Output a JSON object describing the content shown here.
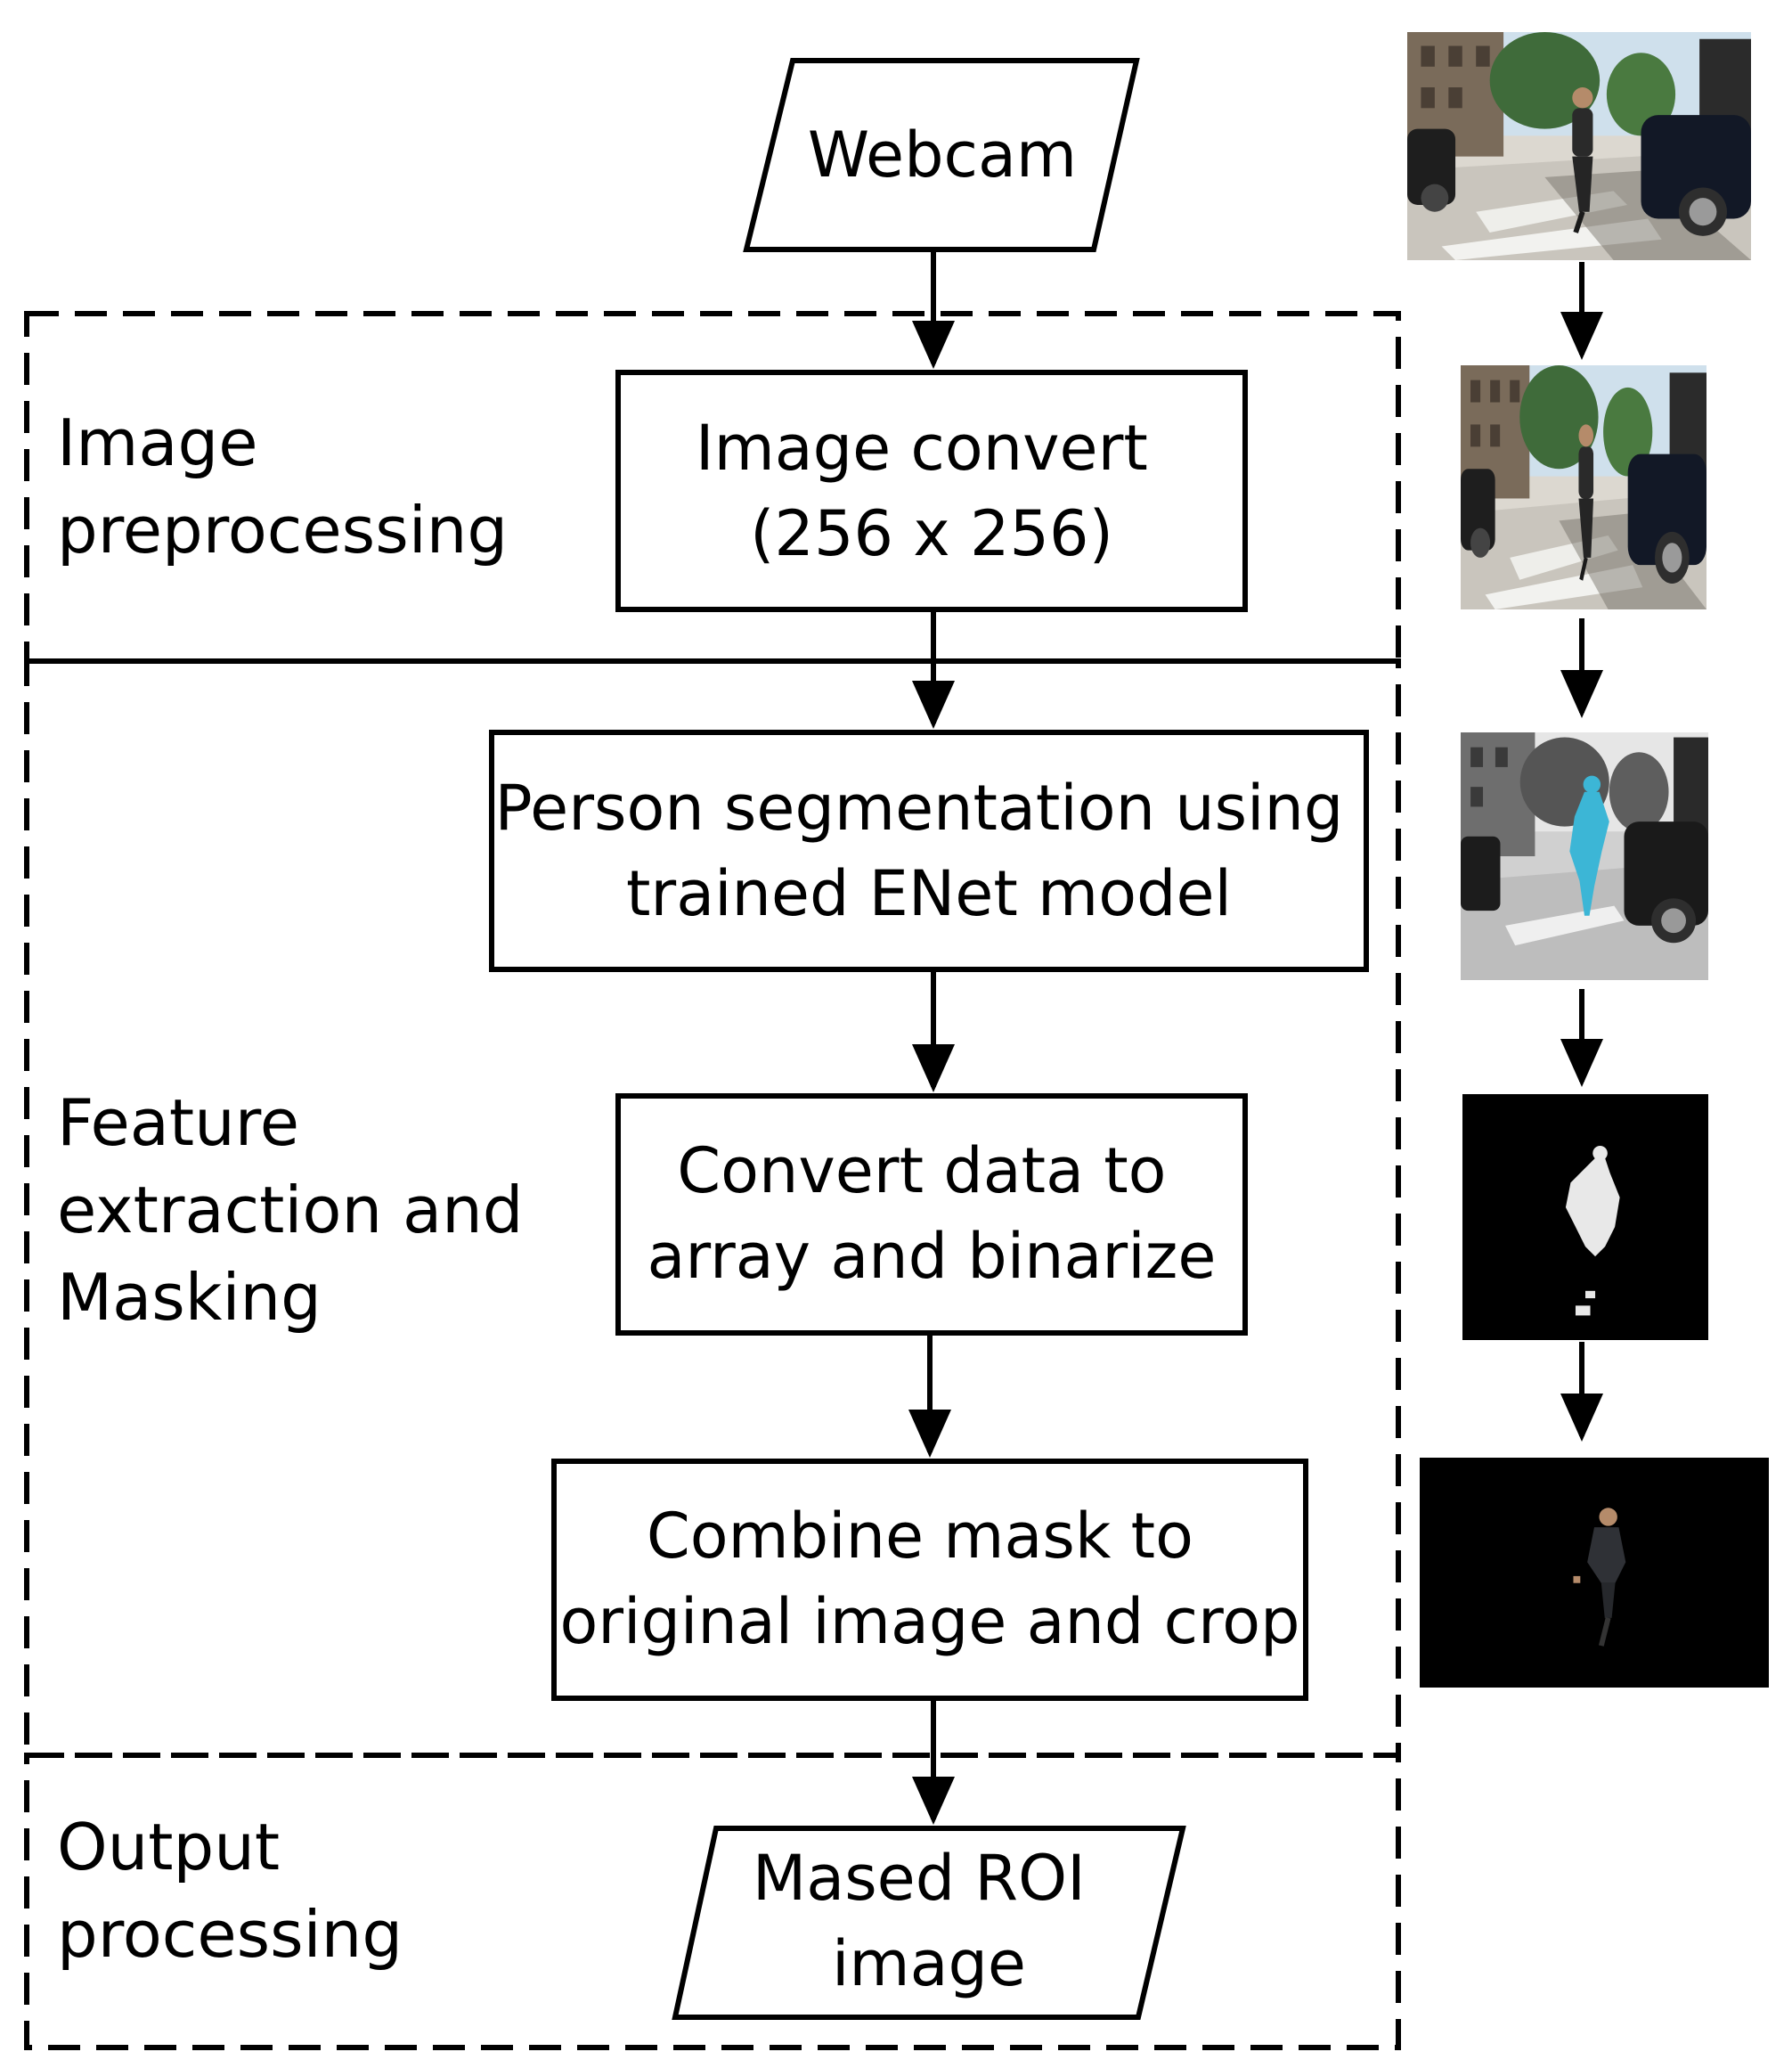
{
  "sections": {
    "preprocessing": {
      "line1": "Image",
      "line2": "preprocessing"
    },
    "feature": {
      "line1": "Feature",
      "line2": "extraction and",
      "line3": "Masking"
    },
    "output": {
      "line1": "Output",
      "line2": "processing"
    }
  },
  "nodes": {
    "webcam": {
      "label": "Webcam"
    },
    "image_convert": {
      "line1": "Image convert",
      "line2": "(256 x 256)"
    },
    "segmentation": {
      "line1": "Person segmentation using",
      "line2": "trained ENet model"
    },
    "binarize": {
      "line1": "Convert data to",
      "line2": "array and binarize"
    },
    "combine": {
      "line1": "Combine mask to",
      "line2": "original image and crop"
    },
    "output_node": {
      "line1": "Mased ROI",
      "line2": "image"
    }
  },
  "colors": {
    "stroke": "#000000",
    "segmentation_highlight": "#3cb6d6",
    "mask_black": "#000000",
    "mask_white": "#e8e8e8"
  }
}
